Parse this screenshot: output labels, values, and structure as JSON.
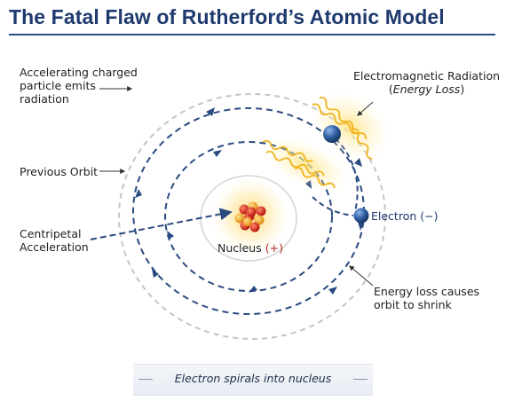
{
  "title": "The Fatal Flaw of Rutherford’s Atomic Model",
  "labels": {
    "accelerating_line1": "Accelerating charged",
    "accelerating_line2": "particle emits",
    "accelerating_line3": "radiation",
    "em_radiation_line1": "Electromagnetic Radiation",
    "em_radiation_line2": "Energy Loss",
    "previous_orbit": "Previous Orbit",
    "electron": "Electron",
    "electron_sign": "(−)",
    "centripetal_line1": "Centripetal",
    "centripetal_line2": "Acceleration",
    "nucleus": "Nucleus",
    "nucleus_sign": "(+)",
    "energy_loss_line1": "Energy loss causes",
    "energy_loss_line2": "orbit to shrink"
  },
  "caption": "Electron spirals into nucleus",
  "colors": {
    "title": "#1f3a6e",
    "orbit_dashed": "#2a4a80",
    "previous_orbit": "#bdbdbd",
    "nucleus_proton": "#d7261e",
    "nucleus_neutron": "#f0a020",
    "electron": "#2d5a9e",
    "radiation_wave": "#f0b41e"
  }
}
